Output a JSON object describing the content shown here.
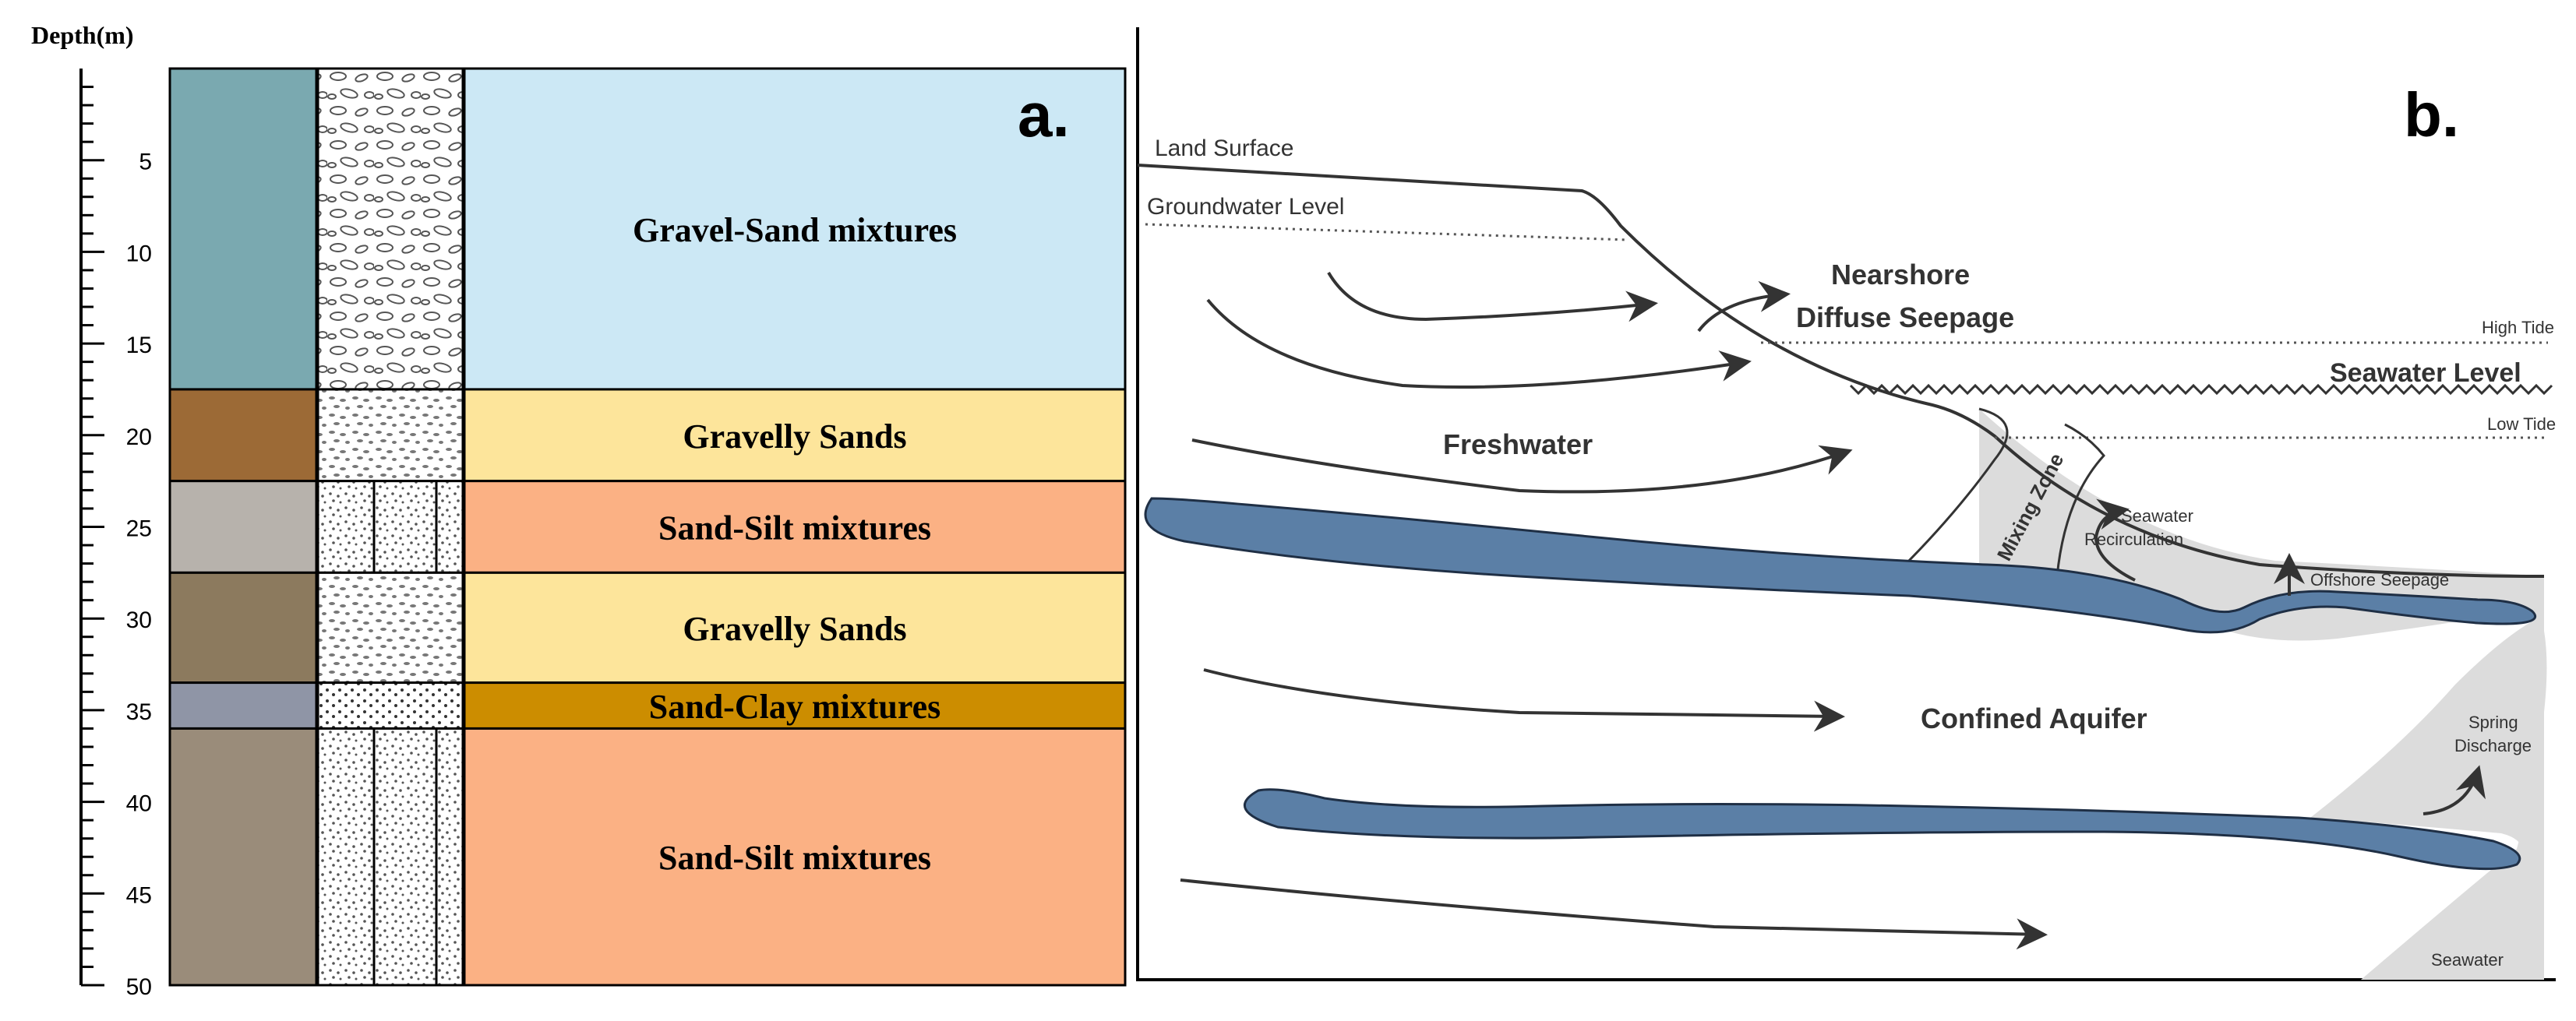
{
  "panel_a": {
    "label": "a.",
    "depth_title": "Depth(m)",
    "depth_ticks": [
      "5",
      "10",
      "15",
      "20",
      "25",
      "30",
      "35",
      "40",
      "45",
      "50"
    ],
    "layers": [
      {
        "name": "Gravel-Sand mixtures",
        "top": 0,
        "bottom": 17.5,
        "color": "#cce8f5",
        "photo": "#7aa9b0"
      },
      {
        "name": "Gravelly Sands",
        "top": 17.5,
        "bottom": 22.5,
        "color": "#fde59b",
        "photo": "#9c6a36"
      },
      {
        "name": "Sand-Silt mixtures",
        "top": 22.5,
        "bottom": 27.5,
        "color": "#fbb184",
        "photo": "#b7b2ac"
      },
      {
        "name": "Gravelly Sands",
        "top": 27.5,
        "bottom": 33.5,
        "color": "#fde59b",
        "photo": "#8c7a5e"
      },
      {
        "name": "Sand-Clay mixtures",
        "top": 33.5,
        "bottom": 36.0,
        "color": "#cc8d00",
        "photo": "#8f95a6"
      },
      {
        "name": "Sand-Silt mixtures",
        "top": 36.0,
        "bottom": 50.0,
        "color": "#fbb184",
        "photo": "#9a8c7a"
      }
    ]
  },
  "panel_b": {
    "label": "b.",
    "land_surface": "Land Surface",
    "groundwater_level": "Groundwater Level",
    "nearshore_1": "Nearshore",
    "nearshore_2": "Diffuse Seepage",
    "high_tide": "High Tide",
    "seawater_level": "Seawater Level",
    "low_tide": "Low Tide",
    "freshwater": "Freshwater",
    "mixing_zone": "Mixing Zone",
    "seawater_1": "Seawater",
    "recirculation": "Recirculation",
    "offshore_seepage": "Offshore Seepage",
    "confined_aquifer": "Confined Aquifer",
    "spring_1": "Spring",
    "spring_2": "Discharge",
    "seawater_bottom": "Seawater",
    "aquitard_color": "#5b7fa6",
    "seawater_color": "#dcdcdc"
  }
}
